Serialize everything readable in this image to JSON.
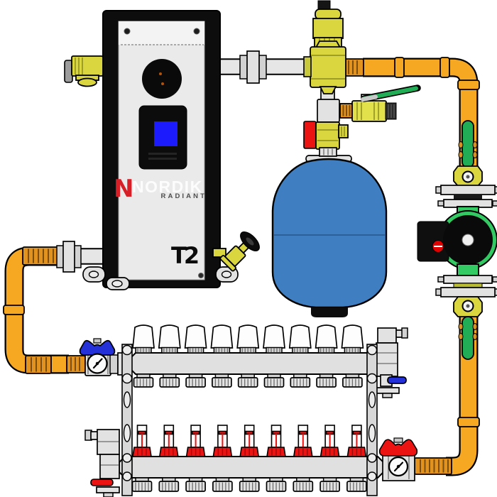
{
  "branding": {
    "mark": "N",
    "name": "NORDIK",
    "tagline": "RADIANT",
    "model_badge": "T2"
  },
  "supply_manifold": {
    "loops": 9
  },
  "return_manifold": {
    "loops": 9
  },
  "colors": {
    "pipe_orange": "#F7A823",
    "fitting_brass": "#E2921E",
    "valve_yellow": "#D9D640",
    "pipe_gray": "#E6E6E6",
    "chrome": "#E2E2E2",
    "pump_green": "#33C963",
    "lever_green": "#21AC56",
    "handle_blue": "#2531D8",
    "handle_red": "#EC1313",
    "tank_blue": "#3F7FC1",
    "screen_blue": "#1B1BFE",
    "logo_red": "#D61F26",
    "casing_black": "#0D0D0D"
  }
}
